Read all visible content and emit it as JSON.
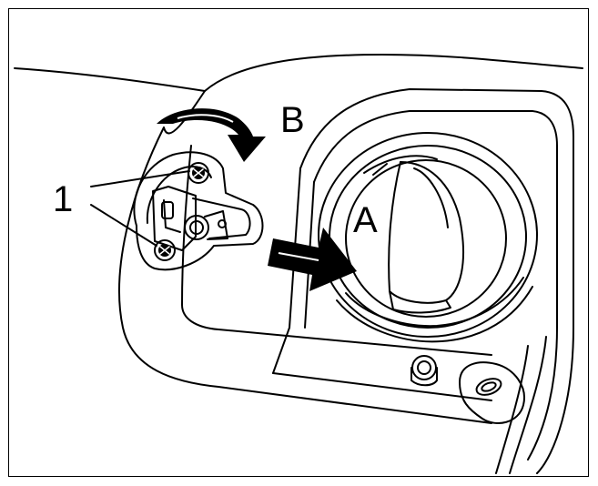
{
  "figure": {
    "callouts": {
      "part_1": "1",
      "direction_a": "A",
      "direction_b": "B"
    }
  }
}
